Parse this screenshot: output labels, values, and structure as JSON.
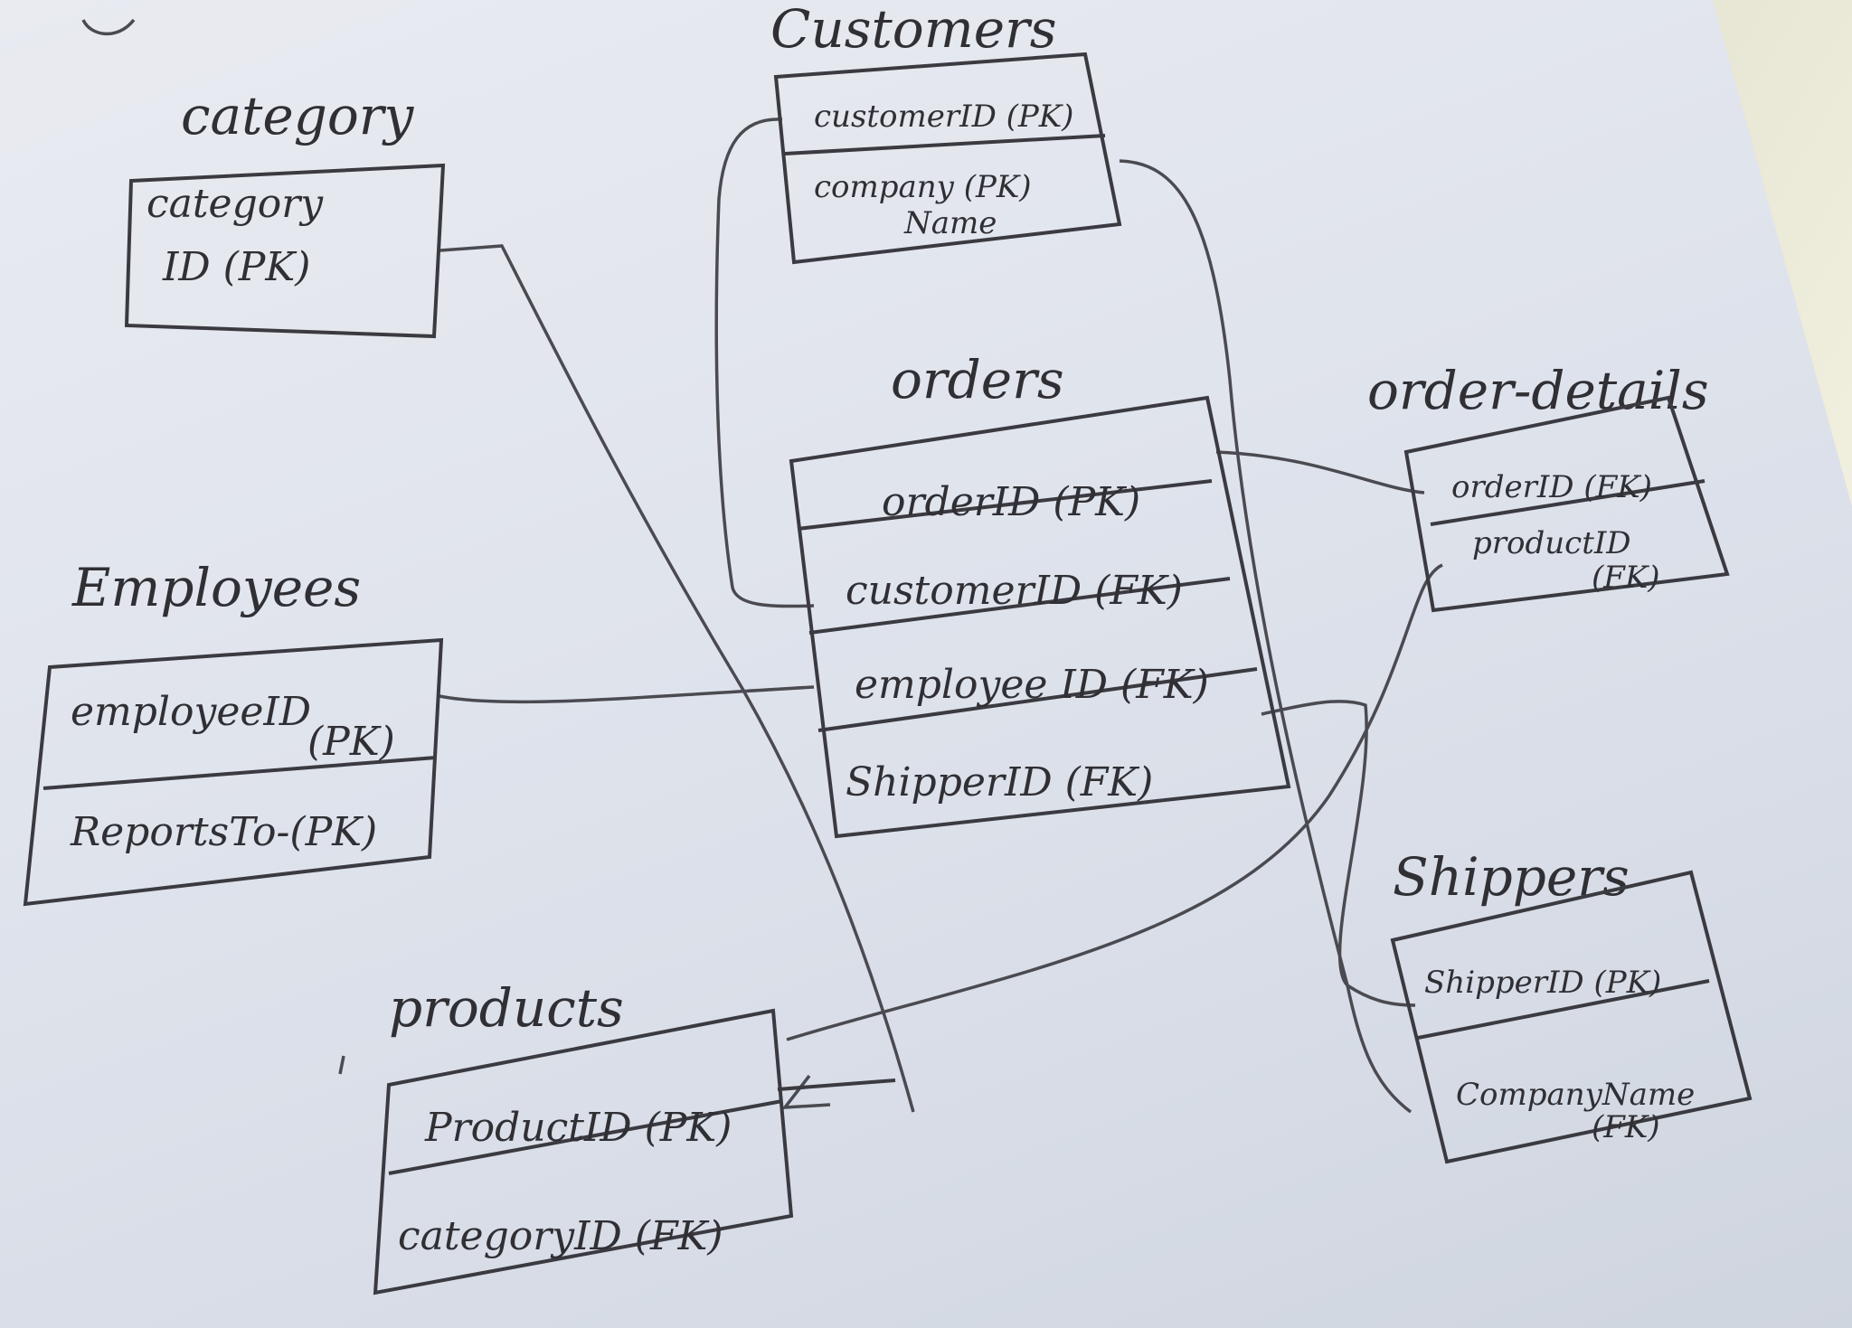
{
  "tables": {
    "category": {
      "title": "category",
      "fields": [
        "category",
        "ID (PK)"
      ]
    },
    "customers": {
      "title": "Customers",
      "fields": [
        "customerID (PK)",
        "company (PK)",
        "Name"
      ]
    },
    "orders": {
      "title": "orders",
      "fields": [
        "orderID (PK)",
        "customerID (FK)",
        "employee ID (FK)",
        "ShipperID (FK)"
      ]
    },
    "order_details": {
      "title": "order-details",
      "fields": [
        "orderID (FK)",
        "productID",
        "(FK)"
      ]
    },
    "employees": {
      "title": "Employees",
      "fields": [
        "employeeID",
        "(PK)",
        "ReportsTo-(PK)"
      ]
    },
    "products": {
      "title": "products",
      "fields": [
        "ProductID (PK)",
        "categoryID (FK)"
      ]
    },
    "shippers": {
      "title": "Shippers",
      "fields": [
        "ShipperID (PK)",
        "CompanyName",
        "(FK)"
      ]
    }
  },
  "colors": {
    "ink": "#2f2f34",
    "paper": "#e3e6ee"
  }
}
